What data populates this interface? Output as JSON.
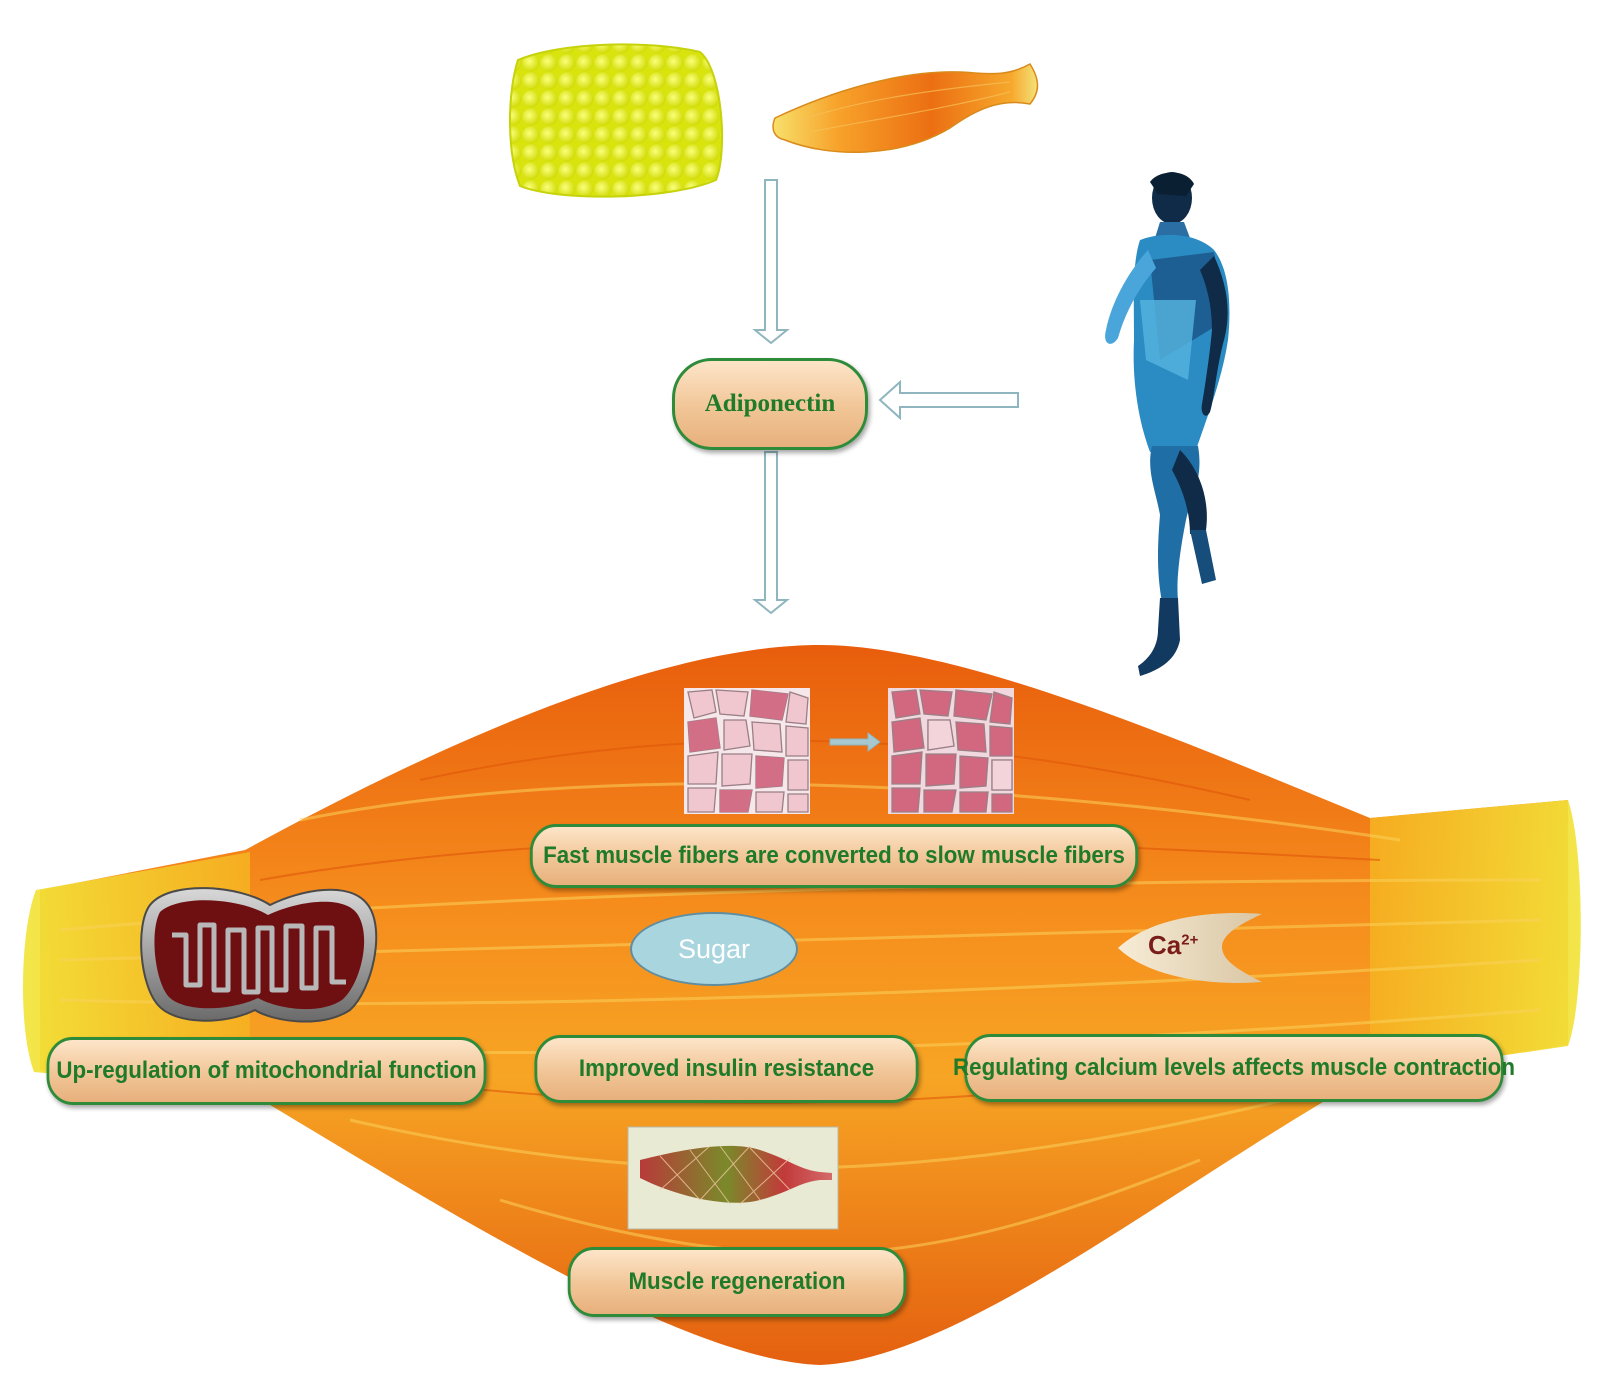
{
  "center": {
    "label": "Adiponectin"
  },
  "effects": {
    "fiber_conversion": "Fast muscle fibers are converted to slow muscle fibers",
    "mitochondria": "Up-regulation of mitochondrial function",
    "insulin": "Improved insulin resistance",
    "calcium": "Regulating calcium levels affects muscle contraction",
    "regeneration": "Muscle regeneration"
  },
  "molecules": {
    "sugar": "Sugar",
    "calcium_symbol": "Ca",
    "calcium_charge": "2+"
  },
  "icons": [
    "adipose-tissue-icon",
    "muscle-icon",
    "runner-icon",
    "mitochondrion-icon",
    "fast-fiber-cross-section-icon",
    "slow-fiber-cross-section-icon",
    "muscle-regeneration-icon"
  ],
  "colors": {
    "label_text": "#1f7a2a",
    "pill_fill": "#f1c596",
    "arrow": "#a8c8d0",
    "muscle": "#f28a1a",
    "fat": "#e2ec12"
  }
}
